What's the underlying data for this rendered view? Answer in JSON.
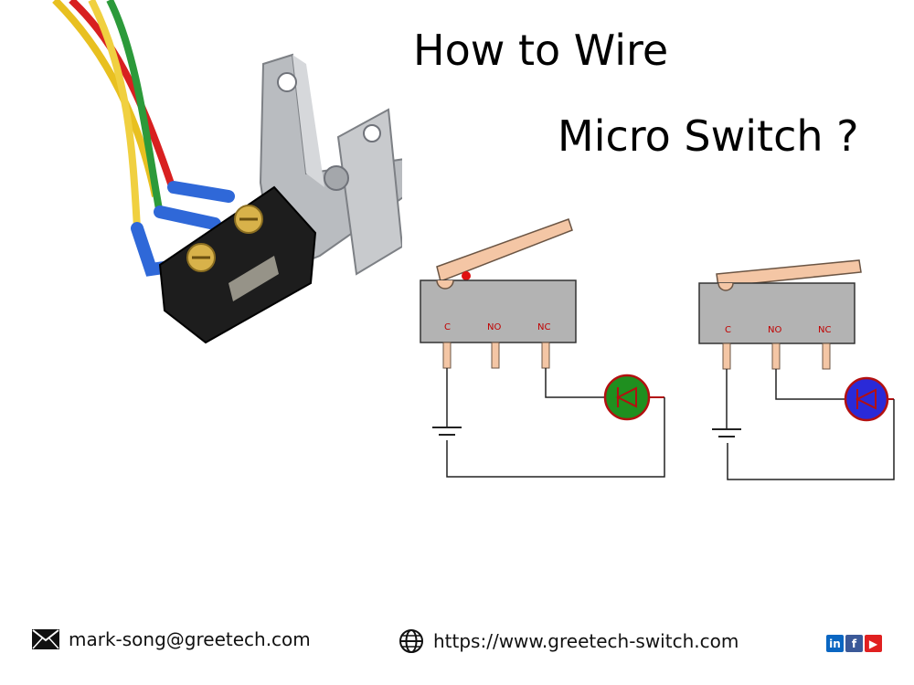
{
  "title": {
    "line1": "How to Wire",
    "line2": "Micro Switch ?"
  },
  "diagram_left": {
    "pins": [
      "C",
      "NO",
      "NC"
    ],
    "led_color": "#1f8f1f"
  },
  "diagram_right": {
    "pins": [
      "C",
      "NO",
      "NC"
    ],
    "led_color": "#2a2ad8"
  },
  "footer": {
    "email": "mark-song@greetech.com",
    "website": "https://www.greetech-switch.com",
    "social": [
      {
        "icon": "linkedin-icon",
        "text": "in",
        "color": "#0a66c2"
      },
      {
        "icon": "facebook-icon",
        "text": "f",
        "color": "#3b5998"
      },
      {
        "icon": "youtube-icon",
        "text": "▶",
        "color": "#e02020"
      }
    ]
  }
}
